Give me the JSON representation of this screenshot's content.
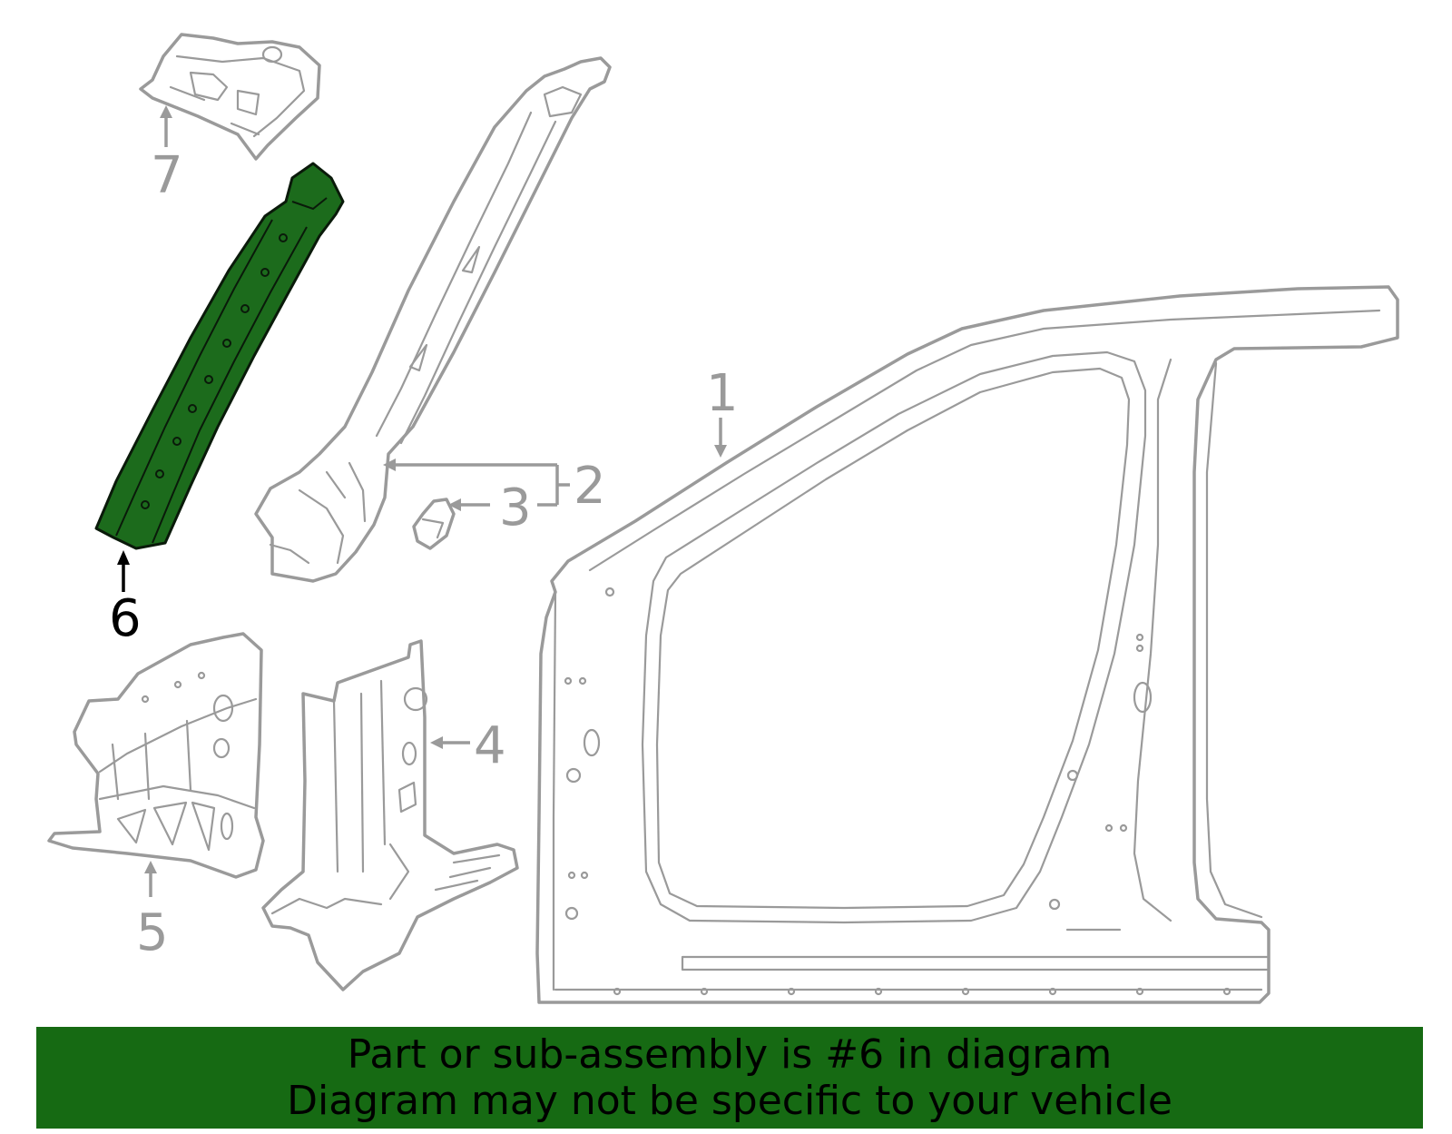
{
  "callouts": {
    "c1": "1",
    "c2": "2",
    "c3": "3",
    "c4": "4",
    "c5": "5",
    "c6": "6",
    "c7": "7"
  },
  "highlighted_part": "6",
  "colors": {
    "highlight_fill": "#1c6b1c",
    "banner_bg": "#166a13",
    "line_gray": "#9a9a9a"
  },
  "banner": {
    "line1": "Part or sub-assembly is #6 in diagram",
    "line2": "Diagram may not be specific to your vehicle"
  }
}
